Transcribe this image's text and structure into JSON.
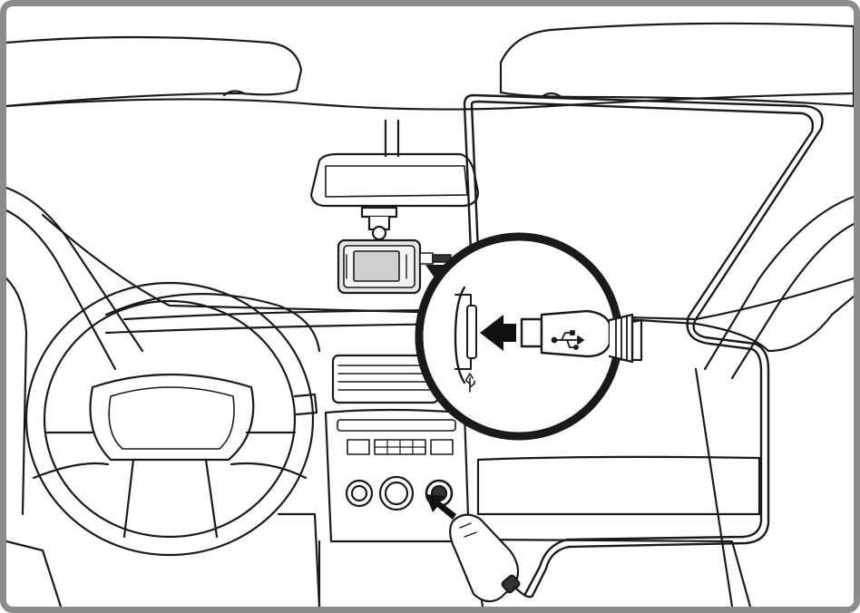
{
  "diagram": {
    "colors": {
      "line": "#1a1a1a",
      "frame": "#8c8c8c",
      "background": "#ffffff",
      "camera_body": "#e6e6e6",
      "camera_screen": "#cfcfcf",
      "arrow": "#111111"
    },
    "icons": [
      "usb-icon",
      "arrow-right-icon",
      "arrow-up-right-icon"
    ],
    "parts": [
      "windshield",
      "rear-view-mirror",
      "dash-camera",
      "power-cable",
      "usb-plug",
      "car-charger",
      "steering-wheel",
      "center-console",
      "magnified-inset"
    ]
  }
}
